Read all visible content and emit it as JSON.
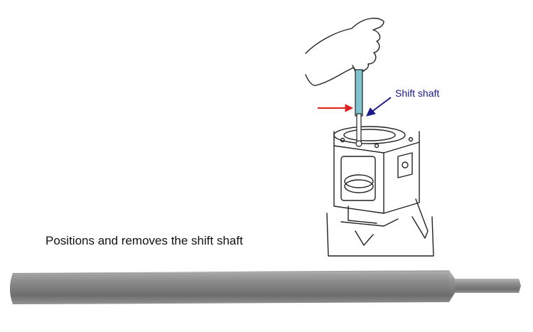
{
  "callout": {
    "label": "Shift shaft",
    "label_color": "#1a1a8c",
    "pointer_color": "#1a1a8c"
  },
  "indicator_arrow": {
    "color": "#e02020"
  },
  "caption": "Positions and removes the shift shaft",
  "illustration": {
    "subject": "hand-holding-tool-in-gearbox-icon",
    "tool_color": "#7fc4cf"
  },
  "tool_photo": {
    "subject": "shift-shaft-tool-photo",
    "color": "#8a8a8a"
  }
}
